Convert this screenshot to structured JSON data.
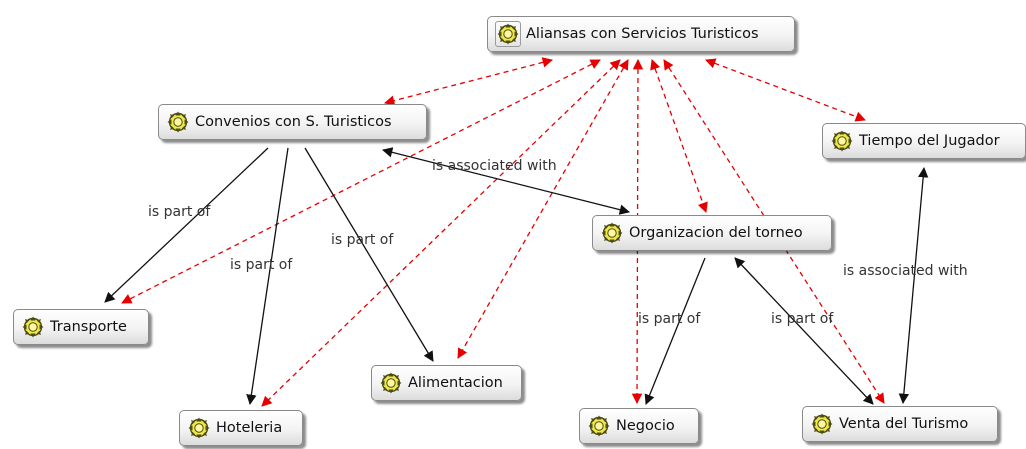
{
  "colors": {
    "solid_edge": "#111111",
    "dashed_edge": "#e60000",
    "icon_fill": "#f0e84a",
    "icon_stroke": "#4c4c14"
  },
  "nodes": {
    "root": {
      "label": "Aliansas con Servicios Turisticos",
      "icon": "concept-icon"
    },
    "convenios": {
      "label": "Convenios con S. Turisticos",
      "icon": "concept-icon"
    },
    "tiempo": {
      "label": "Tiempo del Jugador",
      "icon": "concept-icon"
    },
    "organizacion": {
      "label": "Organizacion del torneo",
      "icon": "concept-icon"
    },
    "transporte": {
      "label": "Transporte",
      "icon": "concept-icon"
    },
    "alimentacion": {
      "label": "Alimentacion",
      "icon": "concept-icon"
    },
    "hoteleria": {
      "label": "Hoteleria",
      "icon": "concept-icon"
    },
    "negocio": {
      "label": "Negocio",
      "icon": "concept-icon"
    },
    "venta": {
      "label": "Venta del Turismo",
      "icon": "concept-icon"
    }
  },
  "edge_labels": {
    "conv_org": "is associated with",
    "conv_transporte": "is part of",
    "conv_hoteleria": "is part of",
    "conv_alimentacion": "is part of",
    "org_negocio": "is part of",
    "org_venta": "is part of",
    "tiempo_venta": "is associated with"
  },
  "edges": {
    "solid": [
      {
        "from": "convenios",
        "to": "organizacion",
        "label": "conv_org"
      },
      {
        "from": "convenios",
        "to": "transporte",
        "label": "conv_transporte"
      },
      {
        "from": "convenios",
        "to": "hoteleria",
        "label": "conv_hoteleria"
      },
      {
        "from": "convenios",
        "to": "alimentacion",
        "label": "conv_alimentacion"
      },
      {
        "from": "organizacion",
        "to": "negocio",
        "label": "org_negocio"
      },
      {
        "from": "organizacion",
        "to": "venta",
        "label": "org_venta"
      },
      {
        "from": "tiempo",
        "to": "venta",
        "label": "tiempo_venta"
      }
    ],
    "dashed": [
      {
        "from": "root",
        "to": "convenios"
      },
      {
        "from": "root",
        "to": "tiempo"
      },
      {
        "from": "root",
        "to": "transporte"
      },
      {
        "from": "root",
        "to": "hoteleria"
      },
      {
        "from": "root",
        "to": "alimentacion"
      },
      {
        "from": "root",
        "to": "negocio"
      },
      {
        "from": "root",
        "to": "organizacion"
      },
      {
        "from": "root",
        "to": "venta"
      }
    ]
  }
}
